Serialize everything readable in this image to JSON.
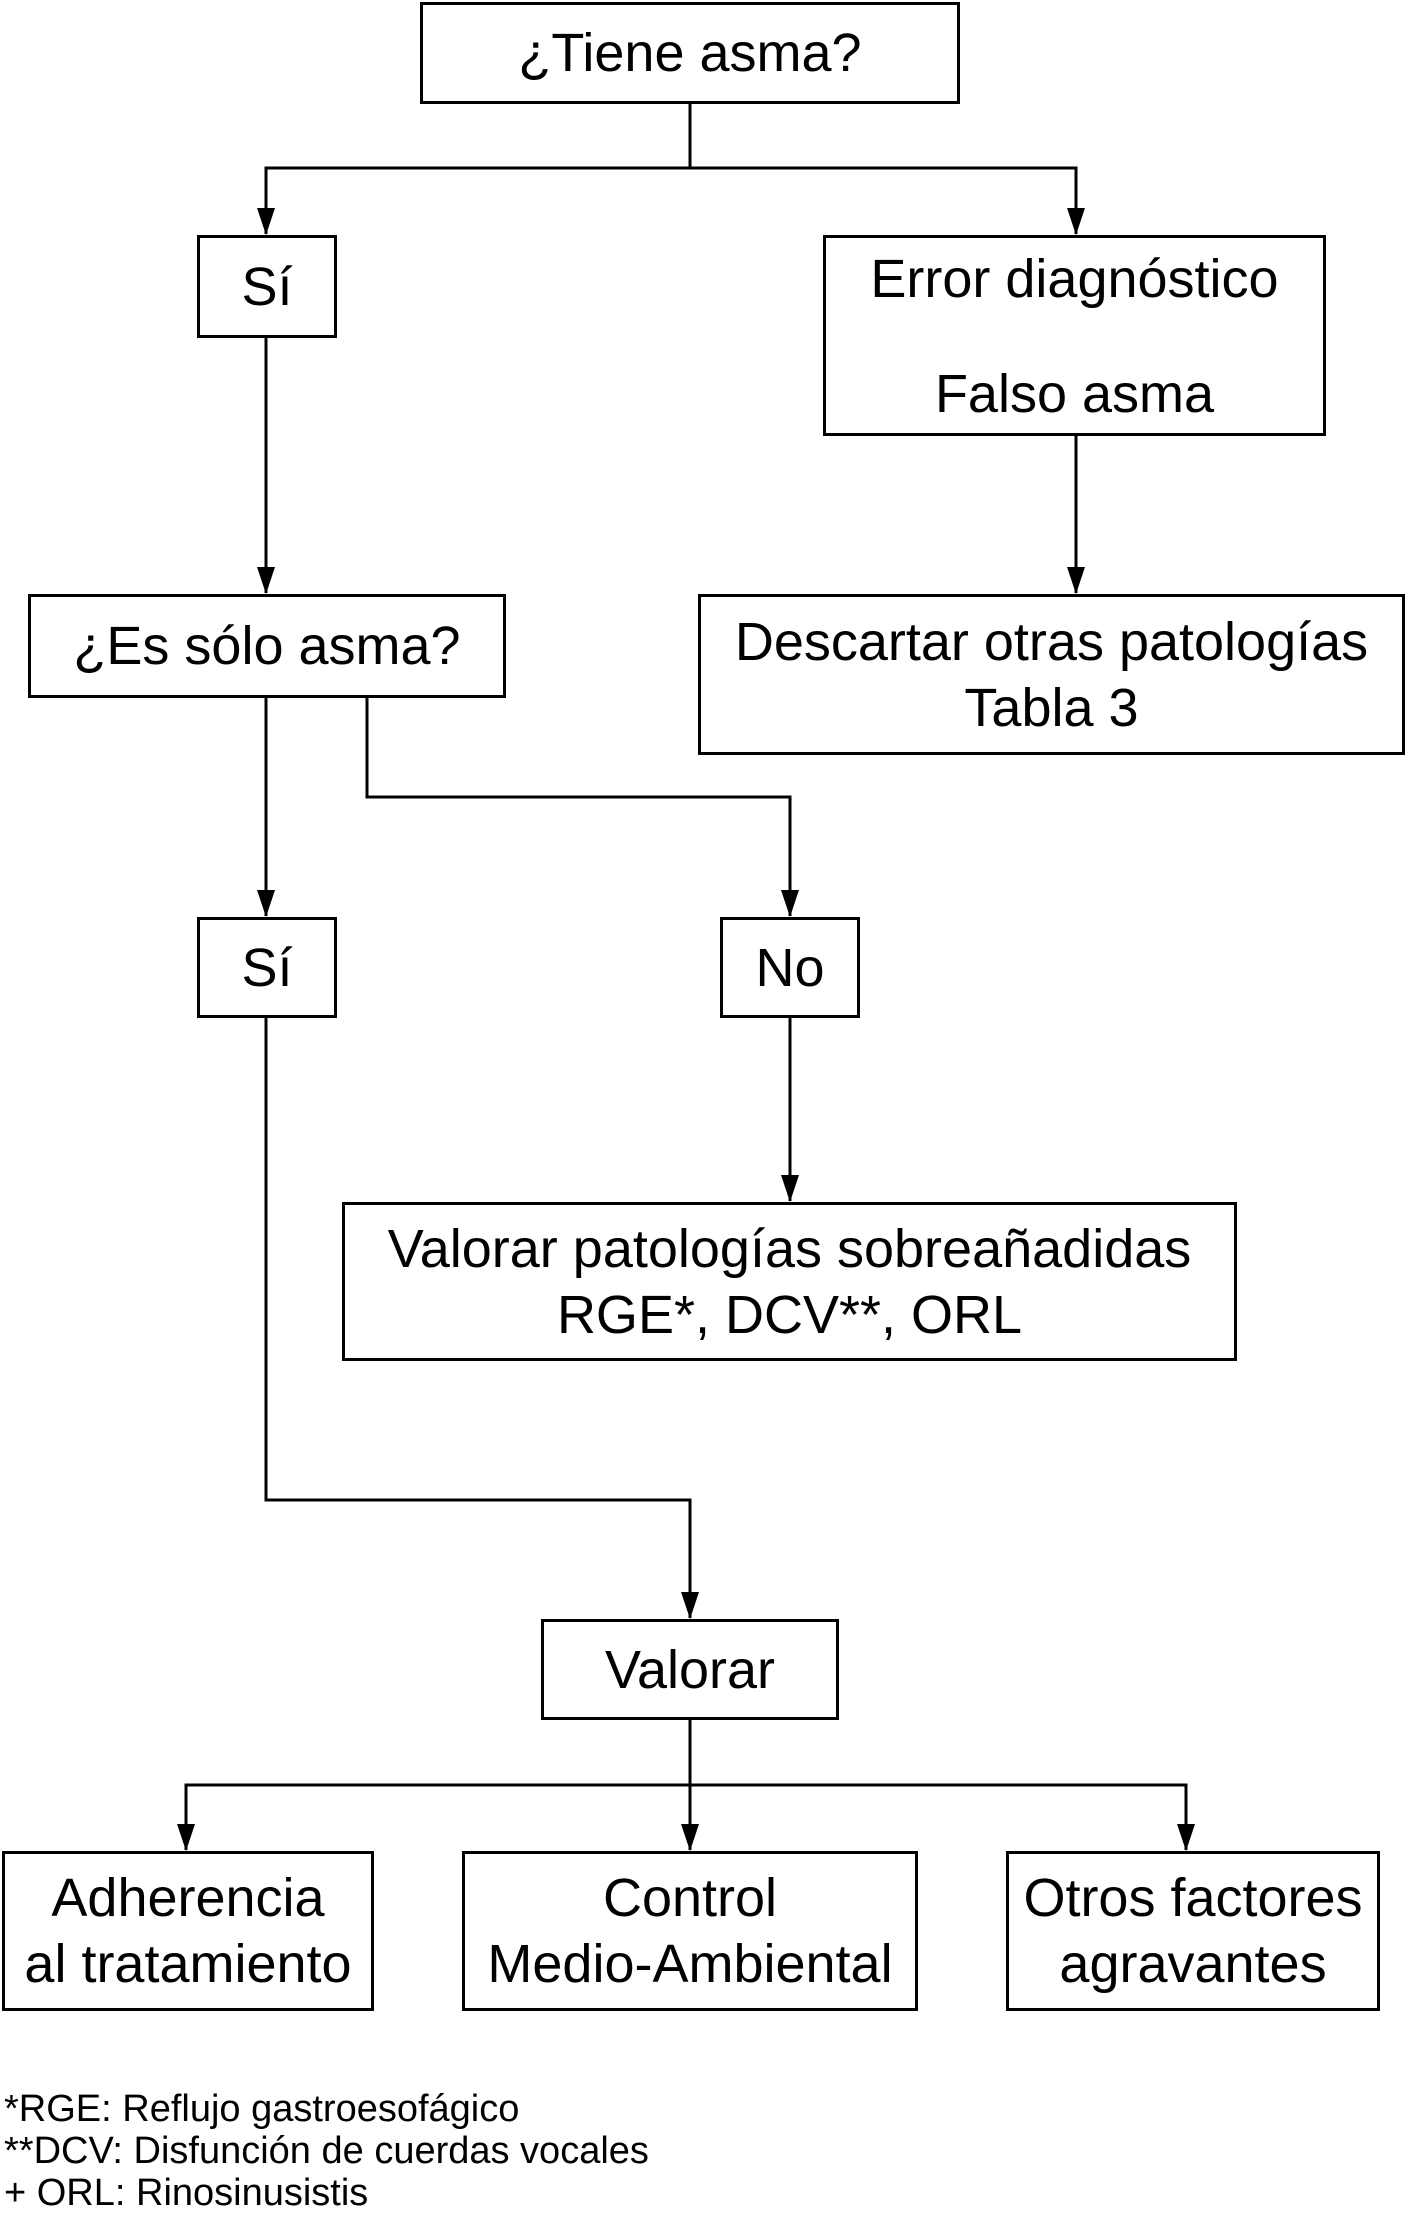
{
  "diagram": {
    "nodes": {
      "tiene_asma": {
        "lines": [
          "¿Tiene asma?"
        ]
      },
      "si_1": {
        "lines": [
          "Sí"
        ]
      },
      "error_diagnostico": {
        "lines": [
          "Error diagnóstico",
          "Falso asma"
        ]
      },
      "es_solo_asma": {
        "lines": [
          "¿Es sólo asma?"
        ]
      },
      "descartar": {
        "lines": [
          "Descartar otras patologías",
          "Tabla 3"
        ]
      },
      "si_2": {
        "lines": [
          "Sí"
        ]
      },
      "no": {
        "lines": [
          "No"
        ]
      },
      "valorar_patologias": {
        "lines": [
          "Valorar patologías sobreañadidas",
          "RGE*, DCV**, ORL"
        ]
      },
      "valorar": {
        "lines": [
          "Valorar"
        ]
      },
      "adherencia": {
        "lines": [
          "Adherencia",
          "al tratamiento"
        ]
      },
      "control": {
        "lines": [
          "Control",
          "Medio-Ambiental"
        ]
      },
      "otros_factores": {
        "lines": [
          "Otros factores",
          "agravantes"
        ]
      }
    },
    "edges": [
      [
        "tiene_asma",
        "si_1"
      ],
      [
        "tiene_asma",
        "error_diagnostico"
      ],
      [
        "error_diagnostico",
        "descartar"
      ],
      [
        "si_1",
        "es_solo_asma"
      ],
      [
        "es_solo_asma",
        "si_2"
      ],
      [
        "es_solo_asma",
        "no"
      ],
      [
        "no",
        "valorar_patologias"
      ],
      [
        "si_2",
        "valorar"
      ],
      [
        "valorar",
        "adherencia"
      ],
      [
        "valorar",
        "control"
      ],
      [
        "valorar",
        "otros_factores"
      ]
    ]
  },
  "footnotes": [
    "*RGE: Reflujo gastroesofágico",
    "**DCV: Disfunción de cuerdas vocales",
    "+ ORL: Rinosinusistis"
  ],
  "colors": {
    "stroke": "#000000",
    "background": "#ffffff"
  }
}
